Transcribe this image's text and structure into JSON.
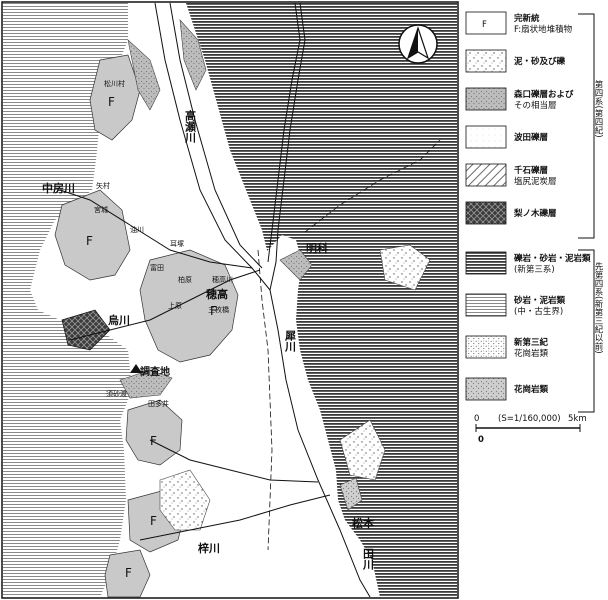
{
  "map": {
    "fan_symbol": "F",
    "rivers": {
      "takase": "高瀬川",
      "sai": "犀川",
      "azusa": "梓川",
      "karasu": "烏川",
      "nakabusa": "中房川",
      "ta": "田川"
    },
    "places": {
      "matsumoto": "松本",
      "hotaka": "穂高",
      "akashina": "明科",
      "survey_site": "調査地",
      "matsukawa_village": "松川村",
      "yamura": "矢村",
      "yuyama": "油川",
      "miyagi": "宮城",
      "koyagata": "耳塚",
      "tomita": "富田",
      "hotaka_river_small": "穂高川",
      "kashiwabara": "柏原",
      "kamihara": "上原",
      "sanmaibashi": "三枚橋",
      "sunahara": "須砂渡",
      "tagamai": "田多井"
    }
  },
  "legend": {
    "quaternary": [
      {
        "label": "完新統",
        "sub": "F:扇状地堆積物",
        "symbol": "F",
        "pattern": "holocene"
      },
      {
        "label": "泥・砂及び礫",
        "sub": "",
        "symbol": "",
        "pattern": "mud"
      },
      {
        "label": "森口礫層および",
        "sub": "その相当層",
        "symbol": "",
        "pattern": "moriguchi"
      },
      {
        "label": "波田礫層",
        "sub": "",
        "symbol": "",
        "pattern": "hata"
      },
      {
        "label": "千石礫層",
        "sub": "塩尻泥炭層",
        "symbol": "",
        "pattern": "sengoku"
      },
      {
        "label": "梨ノ木礫層",
        "sub": "",
        "symbol": "",
        "pattern": "nashinoki"
      }
    ],
    "prequaternary": [
      {
        "label": "礫岩・砂岩・泥岩類",
        "sub": "(新第三系)",
        "pattern": "neogene"
      },
      {
        "label": "砂岩・泥岩類",
        "sub": "(中・古生界)",
        "pattern": "paleo"
      },
      {
        "label": "新第三紀",
        "sub": "花崗岩類",
        "pattern": "neogranite"
      },
      {
        "label": "花崗岩類",
        "sub": "",
        "pattern": "granite"
      }
    ],
    "bracket_quaternary": [
      "第",
      "四",
      "系",
      "(",
      "第",
      "四",
      "紀",
      ")"
    ],
    "bracket_prequaternary": [
      "先",
      "第",
      "四",
      "系",
      "(",
      "新",
      "第",
      "三",
      "紀",
      "以",
      "前",
      ")"
    ],
    "scale": {
      "start": "0",
      "text": "(S=1/160,000)",
      "end": "5km",
      "bottom_zero": "0"
    }
  },
  "colors": {
    "ink": "#111111",
    "fan_gray": "#c9c9c9",
    "neogene_line": "#3a3a3a",
    "paleo_line": "#8a8a8a"
  }
}
